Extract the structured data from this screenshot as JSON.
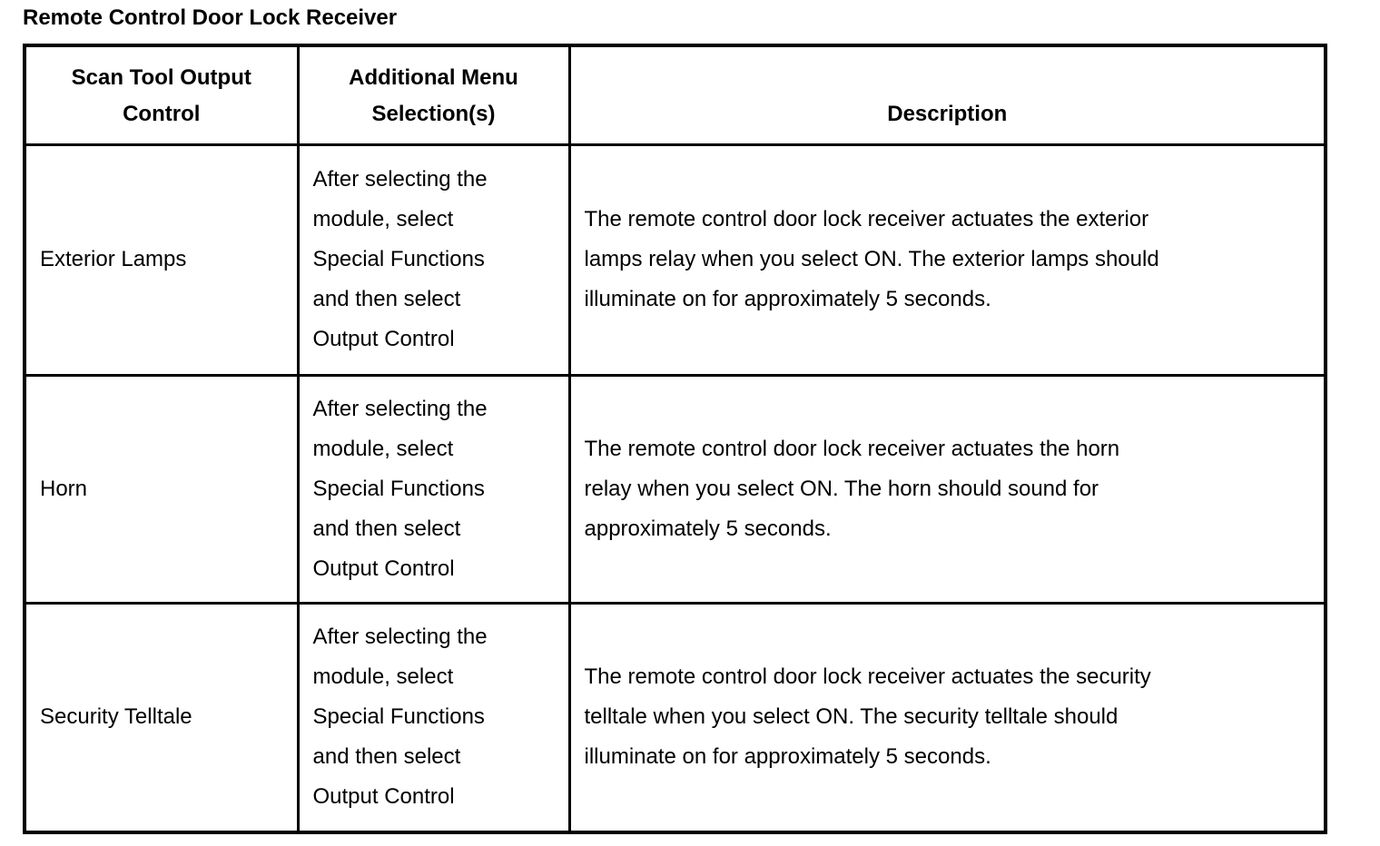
{
  "page_title": "Remote Control Door Lock Receiver",
  "colors": {
    "text": "#000000",
    "border": "#000000",
    "background": "#ffffff"
  },
  "table": {
    "headers": [
      {
        "id": "scan-tool-output-control",
        "lines": [
          "Scan Tool Output",
          "Control"
        ]
      },
      {
        "id": "additional-menu-selections",
        "lines": [
          "Additional Menu",
          "Selection(s)"
        ]
      },
      {
        "id": "description",
        "lines": [
          "Description"
        ]
      }
    ],
    "rows": [
      {
        "control": "Exterior Lamps",
        "menu_selection": [
          "After selecting the",
          "module, select",
          "Special Functions",
          "and then select",
          "Output Control"
        ],
        "description": [
          "The remote control door lock receiver actuates the exterior",
          "lamps relay when you select ON. The exterior lamps should",
          "illuminate on for approximately 5 seconds."
        ]
      },
      {
        "control": "Horn",
        "menu_selection": [
          "After selecting the",
          "module, select",
          "Special Functions",
          "and then select",
          "Output Control"
        ],
        "description": [
          "The remote control door lock receiver actuates the horn",
          "relay when you select ON. The horn should sound for",
          "approximately 5 seconds."
        ]
      },
      {
        "control": "Security Telltale",
        "menu_selection": [
          "After selecting the",
          "module, select",
          "Special Functions",
          "and then select",
          "Output Control"
        ],
        "description": [
          "The remote control door lock receiver actuates the security",
          "telltale when you select ON. The security telltale should",
          "illuminate on for approximately 5 seconds."
        ]
      }
    ]
  }
}
